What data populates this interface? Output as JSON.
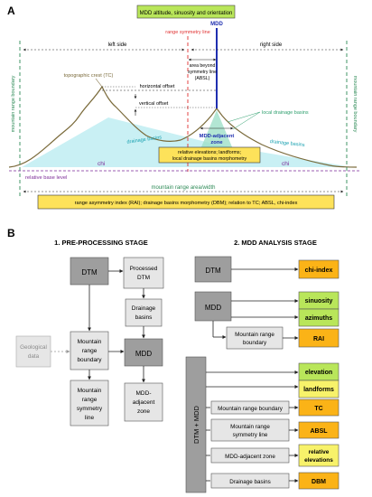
{
  "panel_a": {
    "letter": "A",
    "top_box": "MDD altitude, sinuosity and orientation",
    "mdd_label": "MDD",
    "symmetry_line": "range symmetry line",
    "left_side": "left side",
    "right_side": "right side",
    "area_beyond_1": "area beyond",
    "area_beyond_2": "symmetry line",
    "area_beyond_3": "(ABSL)",
    "topographic_crest": "topographic crest (TC)",
    "horizontal_offset": "horizontal offset",
    "vertical_offset": "vertical offset",
    "local_drainage_basins": "local drainage basins",
    "mdd_adjacent_1": "MDD-adjacent",
    "mdd_adjacent_2": "zone",
    "drainage_basins_left": "drainage basins",
    "drainage_basins_right": "drainage basins",
    "boundary_left": "mountain range boundary",
    "boundary_right": "mountain range boundary",
    "relative_box_1": "relative elevations; landforms;",
    "relative_box_2": "local drainage basins morphometry",
    "chi_left": "chi",
    "chi_right": "chi",
    "relative_base_level": "relative base level",
    "range_width": "mountain range area/width",
    "bottom_box": "range asymmetry index (RAI); drainage basins morphometry (DBM); relation to TC; ABSL, chi-index",
    "colors": {
      "mountain": "#7a6a3a",
      "drainage": "#c9f0f4",
      "boundary": "#2e8b57",
      "symmetry": "#e03030",
      "mdd": "#1f2fb0",
      "purple": "#7b2a96",
      "yellow_box": "#fde25a",
      "green_box": "#b9e65a"
    }
  },
  "panel_b": {
    "letter": "B",
    "stage1_title": "1. PRE-PROCESSING STAGE",
    "stage2_title": "2. MDD ANALYSIS STAGE",
    "dtm": "DTM",
    "processed_1": "Processed",
    "processed_2": "DTM",
    "drainage_1": "Drainage",
    "drainage_2": "basins",
    "geo_1": "Geological",
    "geo_2": "data",
    "mrb_1": "Mountain",
    "mrb_2": "range",
    "mrb_3": "boundary",
    "mdd": "MDD",
    "mrs_1": "Mountain",
    "mrs_2": "range",
    "mrs_3": "symmetry",
    "mrs_4": "line",
    "adj_1": "MDD-",
    "adj_2": "adjacent",
    "adj_3": "zone",
    "s2_dtm": "DTM",
    "chi_index": "chi-index",
    "s2_mdd": "MDD",
    "sinuosity": "sinuosity",
    "azimuths": "azimuths",
    "s2_mrb_1": "Mountain range",
    "s2_mrb_2": "boundary",
    "rai": "RAI",
    "dtm_mdd": "DTM + MDD",
    "elevation": "elevation",
    "landforms": "landforms",
    "s2_boundary": "Mountain range boundary",
    "tc": "TC",
    "s2_sym_1": "Mountain range",
    "s2_sym_2": "symmetry line",
    "absl": "ABSL",
    "s2_adj": "MDD-adjacent zone",
    "rel_elev_1": "relative",
    "rel_elev_2": "elevations",
    "s2_drainage": "Drainage basins",
    "dbm": "DBM",
    "colors": {
      "dark_box": "#9e9e9e",
      "light_box": "#e6e6e6",
      "orange_box": "#fbb317",
      "green_box": "#b9e65a",
      "yellow_box": "#f8f26a",
      "geo_text": "#8a8a8a"
    }
  }
}
